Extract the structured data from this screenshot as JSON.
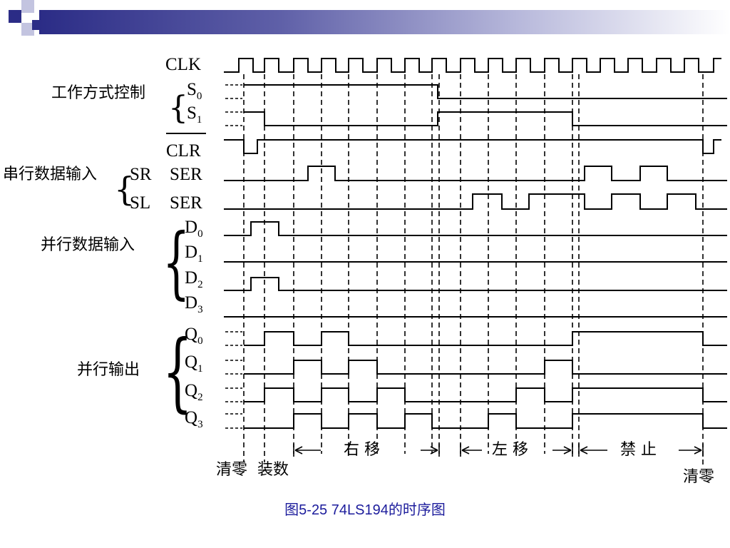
{
  "signals": {
    "clk": "CLK",
    "s0": {
      "main": "S",
      "sub": "0"
    },
    "s1": {
      "main": "S",
      "sub": "1"
    },
    "clr": "CLR",
    "sr_prefix": "SR",
    "sr": "SER",
    "sl_prefix": "SL",
    "sl": "SER",
    "d0": {
      "main": "D",
      "sub": "0"
    },
    "d1": {
      "main": "D",
      "sub": "1"
    },
    "d2": {
      "main": "D",
      "sub": "2"
    },
    "d3": {
      "main": "D",
      "sub": "3"
    },
    "q0": {
      "main": "Q",
      "sub": "0"
    },
    "q1": {
      "main": "Q",
      "sub": "1"
    },
    "q2": {
      "main": "Q",
      "sub": "2"
    },
    "q3": {
      "main": "Q",
      "sub": "3"
    }
  },
  "groups": {
    "mode_control": "工作方式控制",
    "serial_input": "串行数据输入",
    "parallel_input": "并行数据输入",
    "parallel_output": "并行输出"
  },
  "phases": {
    "right_shift": "右 移",
    "left_shift": "左 移",
    "inhibit": "禁 止"
  },
  "bottom_labels": {
    "clear": "清零",
    "load": "装数",
    "clear_end": "清零"
  },
  "caption": "图5-25  74LS194的时序图",
  "colors": {
    "header_dark": "#2b2c86",
    "caption": "#1c1c9c",
    "square_dark": "#2b2c86",
    "square_light": "#c3c4e0"
  },
  "timing": {
    "clk_rising_edges": [
      335,
      371,
      412,
      451,
      489,
      529,
      568,
      606,
      646,
      685,
      724,
      764,
      803,
      842,
      881,
      921,
      960,
      1001
    ],
    "phase_boundaries": [
      "清零",
      "装数",
      "右移",
      "左移",
      "禁止",
      "清零"
    ]
  }
}
